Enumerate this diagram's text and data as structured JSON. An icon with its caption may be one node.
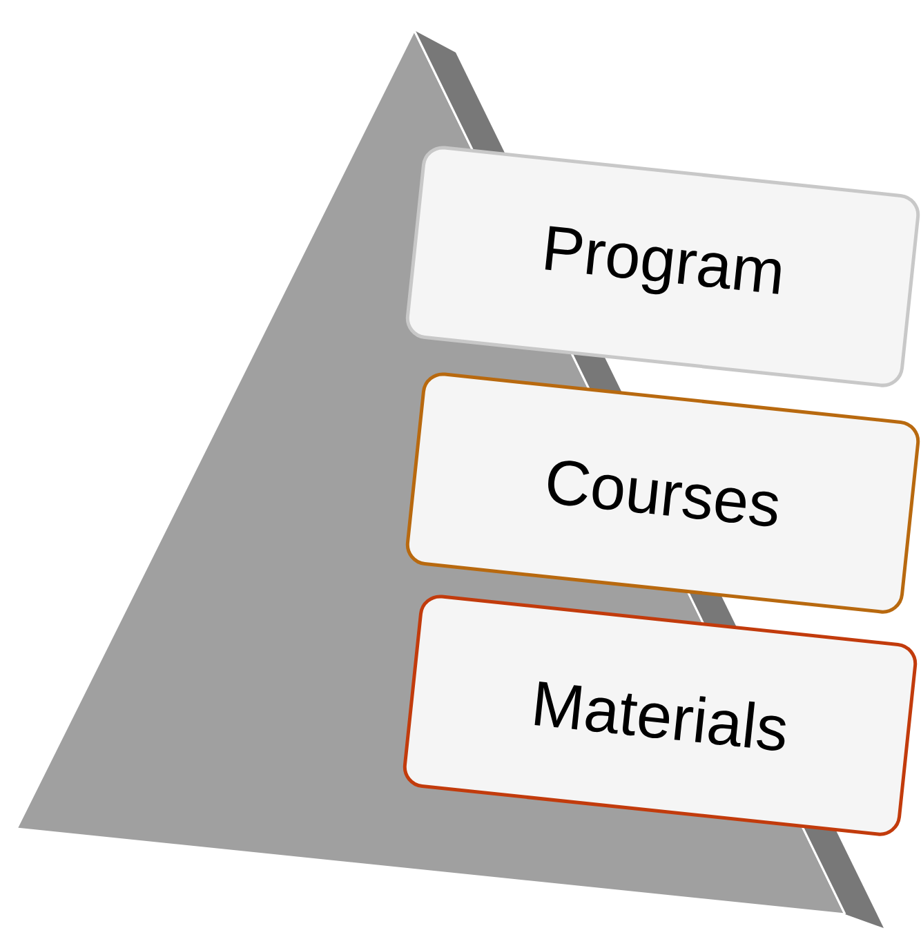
{
  "diagram": {
    "nodes": [
      {
        "text": [
          "Program"
        ]
      },
      {
        "text": [
          "Courses"
        ]
      },
      {
        "text": [
          "Materials"
        ]
      }
    ]
  }
}
